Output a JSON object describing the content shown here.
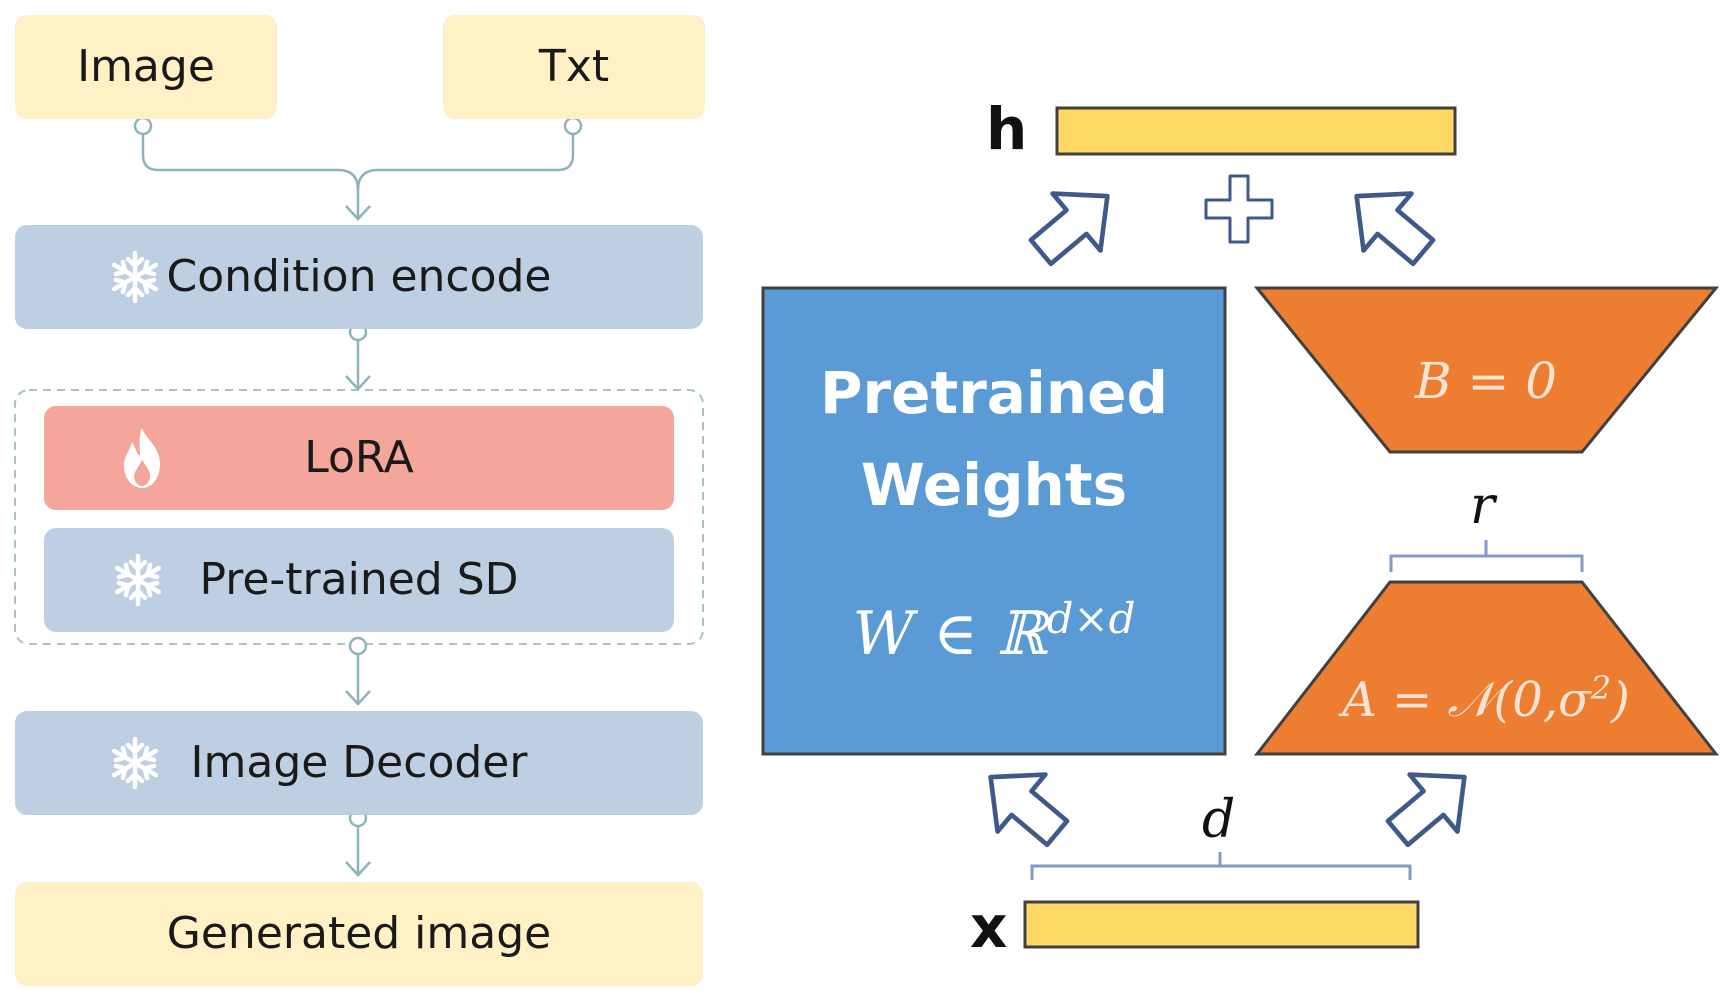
{
  "pipeline": {
    "input_image": "Image",
    "input_text": "Txt",
    "condition_encode": "Condition encode",
    "lora": "LoRA",
    "pretrained_sd": "Pre-trained SD",
    "image_decoder": "Image Decoder",
    "generated_image": "Generated image"
  },
  "lora_diagram": {
    "output_label": "h",
    "input_label": "x",
    "pretrained_line1": "Pretrained",
    "pretrained_line2": "Weights",
    "weights_formula": "W ∈ ℝ",
    "weights_exponent": "d×d",
    "b_formula": "B = 0",
    "a_formula": "A = 𝒩(0,σ",
    "a_exponent": "2",
    "a_close": ")",
    "rank_label": "r",
    "dim_label": "d"
  },
  "colors": {
    "yellow_box": "#fff1c6",
    "blue_box": "#bfcfe3",
    "lora_red": "#f4a69b",
    "weights_blue": "#5b9bd5",
    "matrix_orange": "#ed7d31",
    "vector_yellow": "#ffd966",
    "connector": "#8fb3bd"
  },
  "icons": {
    "frozen": "snowflake-icon",
    "trainable": "flame-icon"
  }
}
